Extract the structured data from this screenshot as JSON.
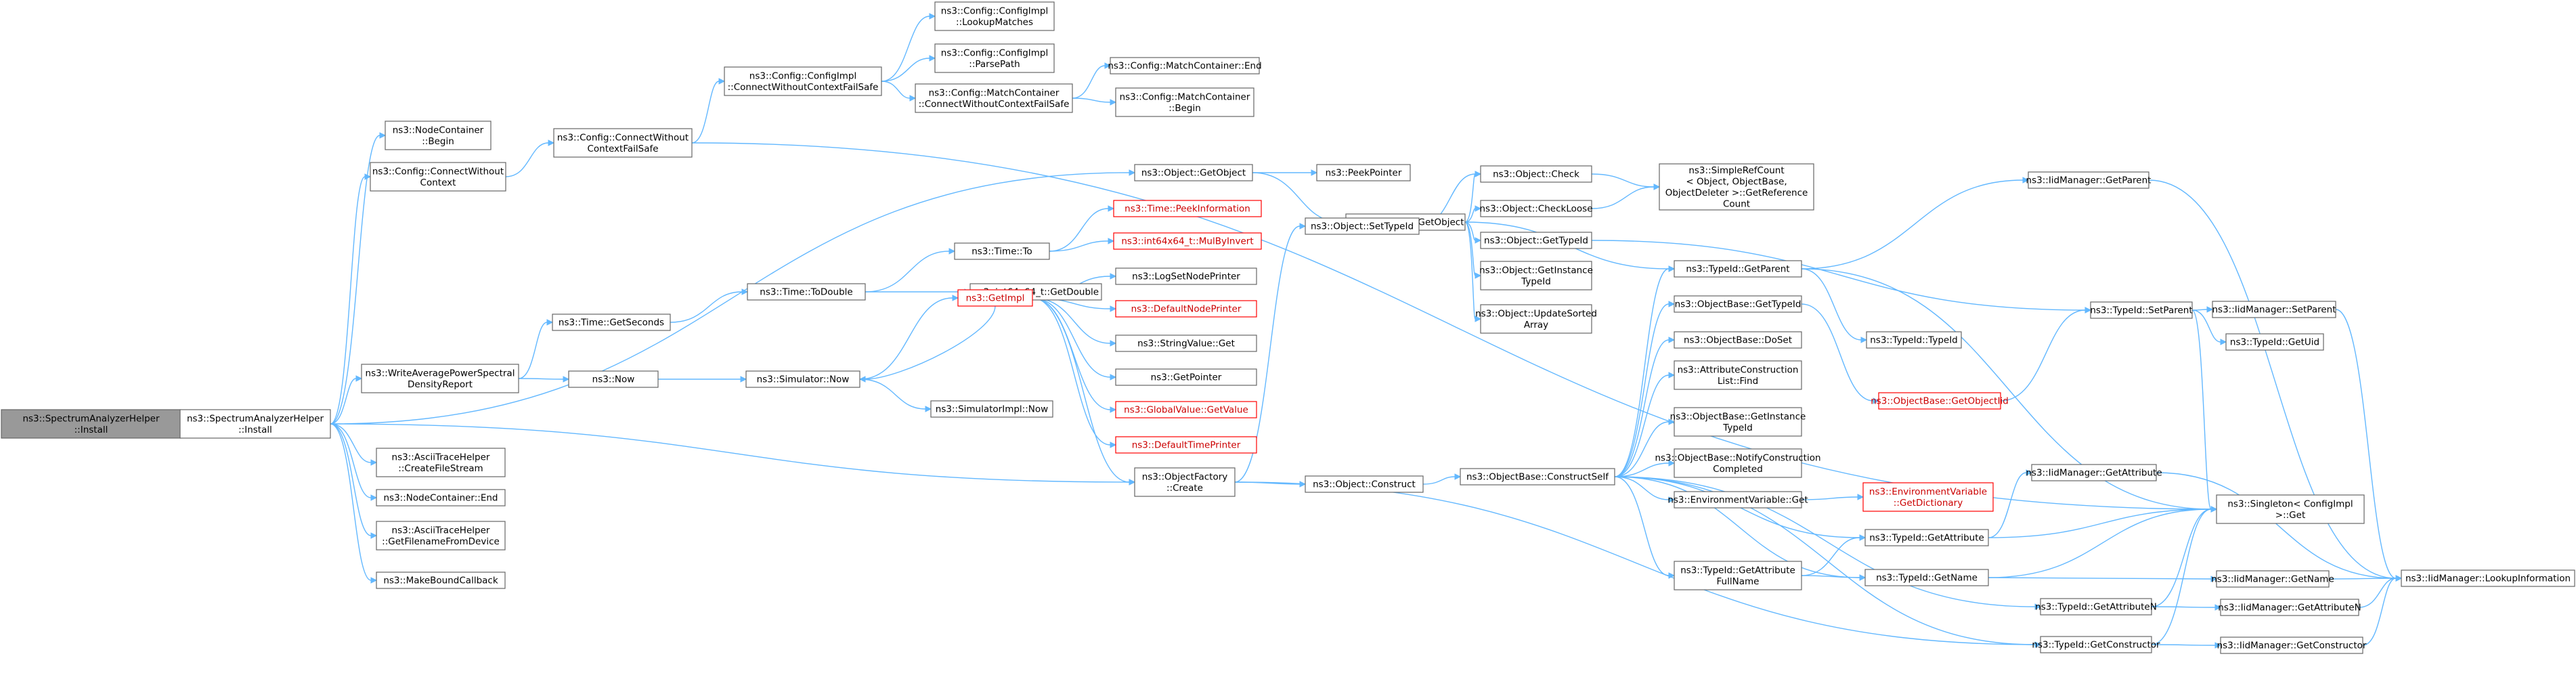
{
  "colors": {
    "edge": "#63b8ff",
    "node_border": "#666666",
    "highlight_border": "#ff0000",
    "root_fill": "#999999"
  },
  "nodes": [
    {
      "id": "n0",
      "lines": [
        "ns3::SpectrumAnalyzerHelper",
        "::Install"
      ],
      "style": "root"
    },
    {
      "id": "n1",
      "lines": [
        "ns3::SpectrumAnalyzerHelper",
        "::Install"
      ],
      "style": "normal"
    },
    {
      "id": "n2",
      "lines": [
        "ns3::NodeContainer",
        "::Begin"
      ],
      "style": "normal"
    },
    {
      "id": "n3",
      "lines": [
        "ns3::Config::ConnectWithout",
        "Context"
      ],
      "style": "normal"
    },
    {
      "id": "n4",
      "lines": [
        "ns3::WriteAveragePowerSpectral",
        "DensityReport"
      ],
      "style": "normal"
    },
    {
      "id": "n5",
      "lines": [
        "ns3::AsciiTraceHelper",
        "::CreateFileStream"
      ],
      "style": "normal"
    },
    {
      "id": "n6",
      "lines": [
        "ns3::NodeContainer::End"
      ],
      "style": "normal"
    },
    {
      "id": "n7",
      "lines": [
        "ns3::AsciiTraceHelper",
        "::GetFilenameFromDevice"
      ],
      "style": "normal"
    },
    {
      "id": "n8",
      "lines": [
        "ns3::MakeBoundCallback"
      ],
      "style": "normal"
    },
    {
      "id": "n9",
      "lines": [
        "ns3::Config::ConnectWithout",
        "ContextFailSafe"
      ],
      "style": "normal"
    },
    {
      "id": "n10",
      "lines": [
        "ns3::Config::ConfigImpl",
        "::ConnectWithoutContextFailSafe"
      ],
      "style": "normal"
    },
    {
      "id": "n11",
      "lines": [
        "ns3::Config::ConfigImpl",
        "::LookupMatches"
      ],
      "style": "normal"
    },
    {
      "id": "n12",
      "lines": [
        "ns3::Config::ConfigImpl",
        "::ParsePath"
      ],
      "style": "normal"
    },
    {
      "id": "n13",
      "lines": [
        "ns3::Config::MatchContainer",
        "::ConnectWithoutContextFailSafe"
      ],
      "style": "normal"
    },
    {
      "id": "n14",
      "lines": [
        "ns3::Config::MatchContainer::End"
      ],
      "style": "normal"
    },
    {
      "id": "n15",
      "lines": [
        "ns3::Config::MatchContainer",
        "::Begin"
      ],
      "style": "normal"
    },
    {
      "id": "n16",
      "lines": [
        "ns3::Object::GetObject"
      ],
      "style": "normal"
    },
    {
      "id": "n17",
      "lines": [
        "ns3::PeekPointer"
      ],
      "style": "normal"
    },
    {
      "id": "n18",
      "lines": [
        "ns3::Object::DoGetObject"
      ],
      "style": "normal"
    },
    {
      "id": "n19",
      "lines": [
        "ns3::Time::PeekInformation"
      ],
      "style": "red"
    },
    {
      "id": "n20",
      "lines": [
        "ns3::int64x64_t::MulByInvert"
      ],
      "style": "red"
    },
    {
      "id": "n21",
      "lines": [
        "ns3::Time::To"
      ],
      "style": "normal"
    },
    {
      "id": "n22",
      "lines": [
        "ns3::Time::ToDouble"
      ],
      "style": "normal"
    },
    {
      "id": "n23",
      "lines": [
        "ns3::int64x64_t::GetDouble"
      ],
      "style": "normal"
    },
    {
      "id": "n24",
      "lines": [
        "ns3::Time::GetSeconds"
      ],
      "style": "normal"
    },
    {
      "id": "n25",
      "lines": [
        "ns3::Now"
      ],
      "style": "normal"
    },
    {
      "id": "n26",
      "lines": [
        "ns3::Simulator::Now"
      ],
      "style": "normal"
    },
    {
      "id": "n27",
      "lines": [
        "ns3::GetImpl"
      ],
      "style": "red"
    },
    {
      "id": "n28",
      "lines": [
        "ns3::SimulatorImpl::Now"
      ],
      "style": "normal"
    },
    {
      "id": "n29",
      "lines": [
        "ns3::LogSetNodePrinter"
      ],
      "style": "normal"
    },
    {
      "id": "n30",
      "lines": [
        "ns3::DefaultNodePrinter"
      ],
      "style": "red"
    },
    {
      "id": "n31",
      "lines": [
        "ns3::StringValue::Get"
      ],
      "style": "normal"
    },
    {
      "id": "n32",
      "lines": [
        "ns3::GetPointer"
      ],
      "style": "normal"
    },
    {
      "id": "n33",
      "lines": [
        "ns3::GlobalValue::GetValue"
      ],
      "style": "red"
    },
    {
      "id": "n34",
      "lines": [
        "ns3::DefaultTimePrinter"
      ],
      "style": "red"
    },
    {
      "id": "n35",
      "lines": [
        "ns3::ObjectFactory",
        "::Create"
      ],
      "style": "normal"
    },
    {
      "id": "n36",
      "lines": [
        "ns3::Object::SetTypeId"
      ],
      "style": "normal"
    },
    {
      "id": "n37",
      "lines": [
        "ns3::Object::Construct"
      ],
      "style": "normal"
    },
    {
      "id": "n38",
      "lines": [
        "ns3::Object::Check"
      ],
      "style": "normal"
    },
    {
      "id": "n39",
      "lines": [
        "ns3::Object::CheckLoose"
      ],
      "style": "normal"
    },
    {
      "id": "n40",
      "lines": [
        "ns3::Object::GetTypeId"
      ],
      "style": "normal"
    },
    {
      "id": "n41",
      "lines": [
        "ns3::Object::GetInstance",
        "TypeId"
      ],
      "style": "normal"
    },
    {
      "id": "n42",
      "lines": [
        "ns3::Object::UpdateSorted",
        "Array"
      ],
      "style": "normal"
    },
    {
      "id": "n43",
      "lines": [
        "ns3::SimpleRefCount",
        "< Object, ObjectBase,",
        "ObjectDeleter >::GetReference",
        "Count"
      ],
      "style": "normal"
    },
    {
      "id": "n44",
      "lines": [
        "ns3::ObjectBase::ConstructSelf"
      ],
      "style": "normal"
    },
    {
      "id": "n45",
      "lines": [
        "ns3::TypeId::GetParent"
      ],
      "style": "normal"
    },
    {
      "id": "n46",
      "lines": [
        "ns3::ObjectBase::GetTypeId"
      ],
      "style": "normal"
    },
    {
      "id": "n47",
      "lines": [
        "ns3::ObjectBase::DoSet"
      ],
      "style": "normal"
    },
    {
      "id": "n48",
      "lines": [
        "ns3::AttributeConstruction",
        "List::Find"
      ],
      "style": "normal"
    },
    {
      "id": "n49",
      "lines": [
        "ns3::ObjectBase::GetInstance",
        "TypeId"
      ],
      "style": "normal"
    },
    {
      "id": "n50",
      "lines": [
        "ns3::ObjectBase::NotifyConstruction",
        "Completed"
      ],
      "style": "normal"
    },
    {
      "id": "n51",
      "lines": [
        "ns3::EnvironmentVariable::Get"
      ],
      "style": "normal"
    },
    {
      "id": "n52",
      "lines": [
        "ns3::TypeId::GetAttribute",
        "FullName"
      ],
      "style": "normal"
    },
    {
      "id": "n53",
      "lines": [
        "ns3::TypeId::TypeId"
      ],
      "style": "normal"
    },
    {
      "id": "n54",
      "lines": [
        "ns3::ObjectBase::GetObjectIid"
      ],
      "style": "red"
    },
    {
      "id": "n55",
      "lines": [
        "ns3::EnvironmentVariable",
        "::GetDictionary"
      ],
      "style": "red"
    },
    {
      "id": "n56",
      "lines": [
        "ns3::TypeId::GetAttribute"
      ],
      "style": "normal"
    },
    {
      "id": "n57",
      "lines": [
        "ns3::TypeId::GetName"
      ],
      "style": "normal"
    },
    {
      "id": "n58",
      "lines": [
        "ns3::TypeId::GetAttributeN"
      ],
      "style": "normal"
    },
    {
      "id": "n59",
      "lines": [
        "ns3::TypeId::GetConstructor"
      ],
      "style": "normal"
    },
    {
      "id": "n60",
      "lines": [
        "ns3::IidManager::GetParent"
      ],
      "style": "normal"
    },
    {
      "id": "n61",
      "lines": [
        "ns3::TypeId::SetParent"
      ],
      "style": "normal"
    },
    {
      "id": "n62",
      "lines": [
        "ns3::IidManager::SetParent"
      ],
      "style": "normal"
    },
    {
      "id": "n63",
      "lines": [
        "ns3::TypeId::GetUid"
      ],
      "style": "normal"
    },
    {
      "id": "n64",
      "lines": [
        "ns3::IidManager::GetAttribute"
      ],
      "style": "normal"
    },
    {
      "id": "n65",
      "lines": [
        "ns3::Singleton< ConfigImpl",
        " >::Get"
      ],
      "style": "normal"
    },
    {
      "id": "n66",
      "lines": [
        "ns3::IidManager::GetName"
      ],
      "style": "normal"
    },
    {
      "id": "n67",
      "lines": [
        "ns3::IidManager::GetAttributeN"
      ],
      "style": "normal"
    },
    {
      "id": "n68",
      "lines": [
        "ns3::IidManager::GetConstructor"
      ],
      "style": "normal"
    },
    {
      "id": "n69",
      "lines": [
        "ns3::IidManager::LookupInformation"
      ],
      "style": "normal"
    }
  ],
  "edges": [
    [
      "n0",
      "n1"
    ],
    [
      "n1",
      "n2"
    ],
    [
      "n1",
      "n3"
    ],
    [
      "n1",
      "n4"
    ],
    [
      "n1",
      "n5"
    ],
    [
      "n1",
      "n6"
    ],
    [
      "n1",
      "n7"
    ],
    [
      "n1",
      "n8"
    ],
    [
      "n1",
      "n16"
    ],
    [
      "n1",
      "n35"
    ],
    [
      "n3",
      "n9"
    ],
    [
      "n9",
      "n10"
    ],
    [
      "n9",
      "n65"
    ],
    [
      "n10",
      "n11"
    ],
    [
      "n10",
      "n12"
    ],
    [
      "n10",
      "n13"
    ],
    [
      "n13",
      "n14"
    ],
    [
      "n13",
      "n15"
    ],
    [
      "n4",
      "n24"
    ],
    [
      "n4",
      "n25"
    ],
    [
      "n24",
      "n22"
    ],
    [
      "n22",
      "n21"
    ],
    [
      "n22",
      "n23"
    ],
    [
      "n21",
      "n19"
    ],
    [
      "n21",
      "n20"
    ],
    [
      "n25",
      "n26"
    ],
    [
      "n26",
      "n27"
    ],
    [
      "n26",
      "n28"
    ],
    [
      "n27",
      "n29"
    ],
    [
      "n27",
      "n30"
    ],
    [
      "n27",
      "n31"
    ],
    [
      "n27",
      "n32"
    ],
    [
      "n27",
      "n33"
    ],
    [
      "n27",
      "n34"
    ],
    [
      "n27",
      "n35"
    ],
    [
      "n27",
      "n26"
    ],
    [
      "n16",
      "n17"
    ],
    [
      "n16",
      "n18"
    ],
    [
      "n18",
      "n38"
    ],
    [
      "n18",
      "n39"
    ],
    [
      "n18",
      "n40"
    ],
    [
      "n18",
      "n41"
    ],
    [
      "n18",
      "n42"
    ],
    [
      "n18",
      "n45"
    ],
    [
      "n35",
      "n36"
    ],
    [
      "n35",
      "n37"
    ],
    [
      "n35",
      "n59"
    ],
    [
      "n36",
      "n38"
    ],
    [
      "n38",
      "n43"
    ],
    [
      "n39",
      "n43"
    ],
    [
      "n37",
      "n44"
    ],
    [
      "n40",
      "n61"
    ],
    [
      "n44",
      "n45"
    ],
    [
      "n44",
      "n46"
    ],
    [
      "n44",
      "n47"
    ],
    [
      "n44",
      "n48"
    ],
    [
      "n44",
      "n49"
    ],
    [
      "n44",
      "n50"
    ],
    [
      "n44",
      "n51"
    ],
    [
      "n44",
      "n52"
    ],
    [
      "n44",
      "n56"
    ],
    [
      "n44",
      "n57"
    ],
    [
      "n44",
      "n58"
    ],
    [
      "n44",
      "n59"
    ],
    [
      "n45",
      "n53"
    ],
    [
      "n45",
      "n60"
    ],
    [
      "n45",
      "n65"
    ],
    [
      "n46",
      "n54"
    ],
    [
      "n54",
      "n61"
    ],
    [
      "n51",
      "n55"
    ],
    [
      "n52",
      "n56"
    ],
    [
      "n52",
      "n57"
    ],
    [
      "n56",
      "n64"
    ],
    [
      "n56",
      "n65"
    ],
    [
      "n57",
      "n66"
    ],
    [
      "n57",
      "n65"
    ],
    [
      "n58",
      "n67"
    ],
    [
      "n58",
      "n65"
    ],
    [
      "n59",
      "n68"
    ],
    [
      "n59",
      "n65"
    ],
    [
      "n60",
      "n69"
    ],
    [
      "n61",
      "n62"
    ],
    [
      "n61",
      "n63"
    ],
    [
      "n61",
      "n65"
    ],
    [
      "n62",
      "n69"
    ],
    [
      "n64",
      "n69"
    ],
    [
      "n66",
      "n69"
    ],
    [
      "n67",
      "n69"
    ],
    [
      "n68",
      "n69"
    ]
  ]
}
